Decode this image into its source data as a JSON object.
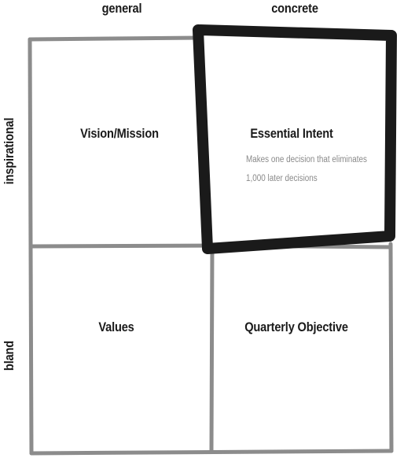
{
  "axes": {
    "columns": [
      "general",
      "concrete"
    ],
    "rows": [
      "inspirational",
      "bland"
    ]
  },
  "quadrants": {
    "top_left": {
      "title": "Vision/Mission"
    },
    "top_right": {
      "title": "Essential Intent",
      "description_lines": [
        "Makes one decision that eliminates",
        "1,000 later decisions"
      ]
    },
    "bottom_left": {
      "title": "Values"
    },
    "bottom_right": {
      "title": "Quarterly Objective"
    }
  },
  "colors": {
    "grid_line": "#8c8c8c",
    "highlight_border": "#1a1a1a",
    "text": "#1a1a1a",
    "description": "#8a8a8a"
  },
  "highlighted_quadrant": "top_right"
}
